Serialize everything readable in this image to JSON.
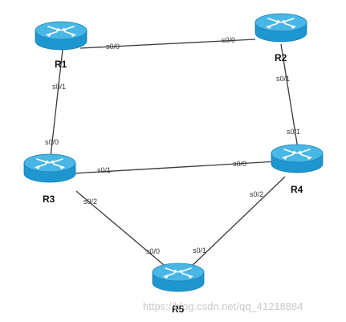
{
  "routers": {
    "r1": {
      "name": "R1"
    },
    "r2": {
      "name": "R2"
    },
    "r3": {
      "name": "R3"
    },
    "r4": {
      "name": "R4"
    },
    "r5": {
      "name": "R5"
    }
  },
  "links": {
    "r1_r2": {
      "a_if": "s0/0",
      "b_if": "s0/0"
    },
    "r1_r3": {
      "a_if": "s0/1",
      "b_if": "s0/0"
    },
    "r2_r4": {
      "a_if": "s0/1",
      "b_if": "s0/1"
    },
    "r3_r4": {
      "a_if": "s0/1",
      "b_if": "s0/0"
    },
    "r3_r5": {
      "a_if": "s0/2",
      "b_if": "s0/0"
    },
    "r4_r5": {
      "a_if": "s0/2",
      "b_if": "s0/1"
    }
  },
  "watermark": "https://blog.csdn.net/qq_41218884",
  "colors": {
    "router_body": "#1e96d0",
    "router_top": "#49b7e6",
    "link": "#3a3a3a",
    "watermark": "#c9c9c9"
  },
  "icon": "router-icon"
}
